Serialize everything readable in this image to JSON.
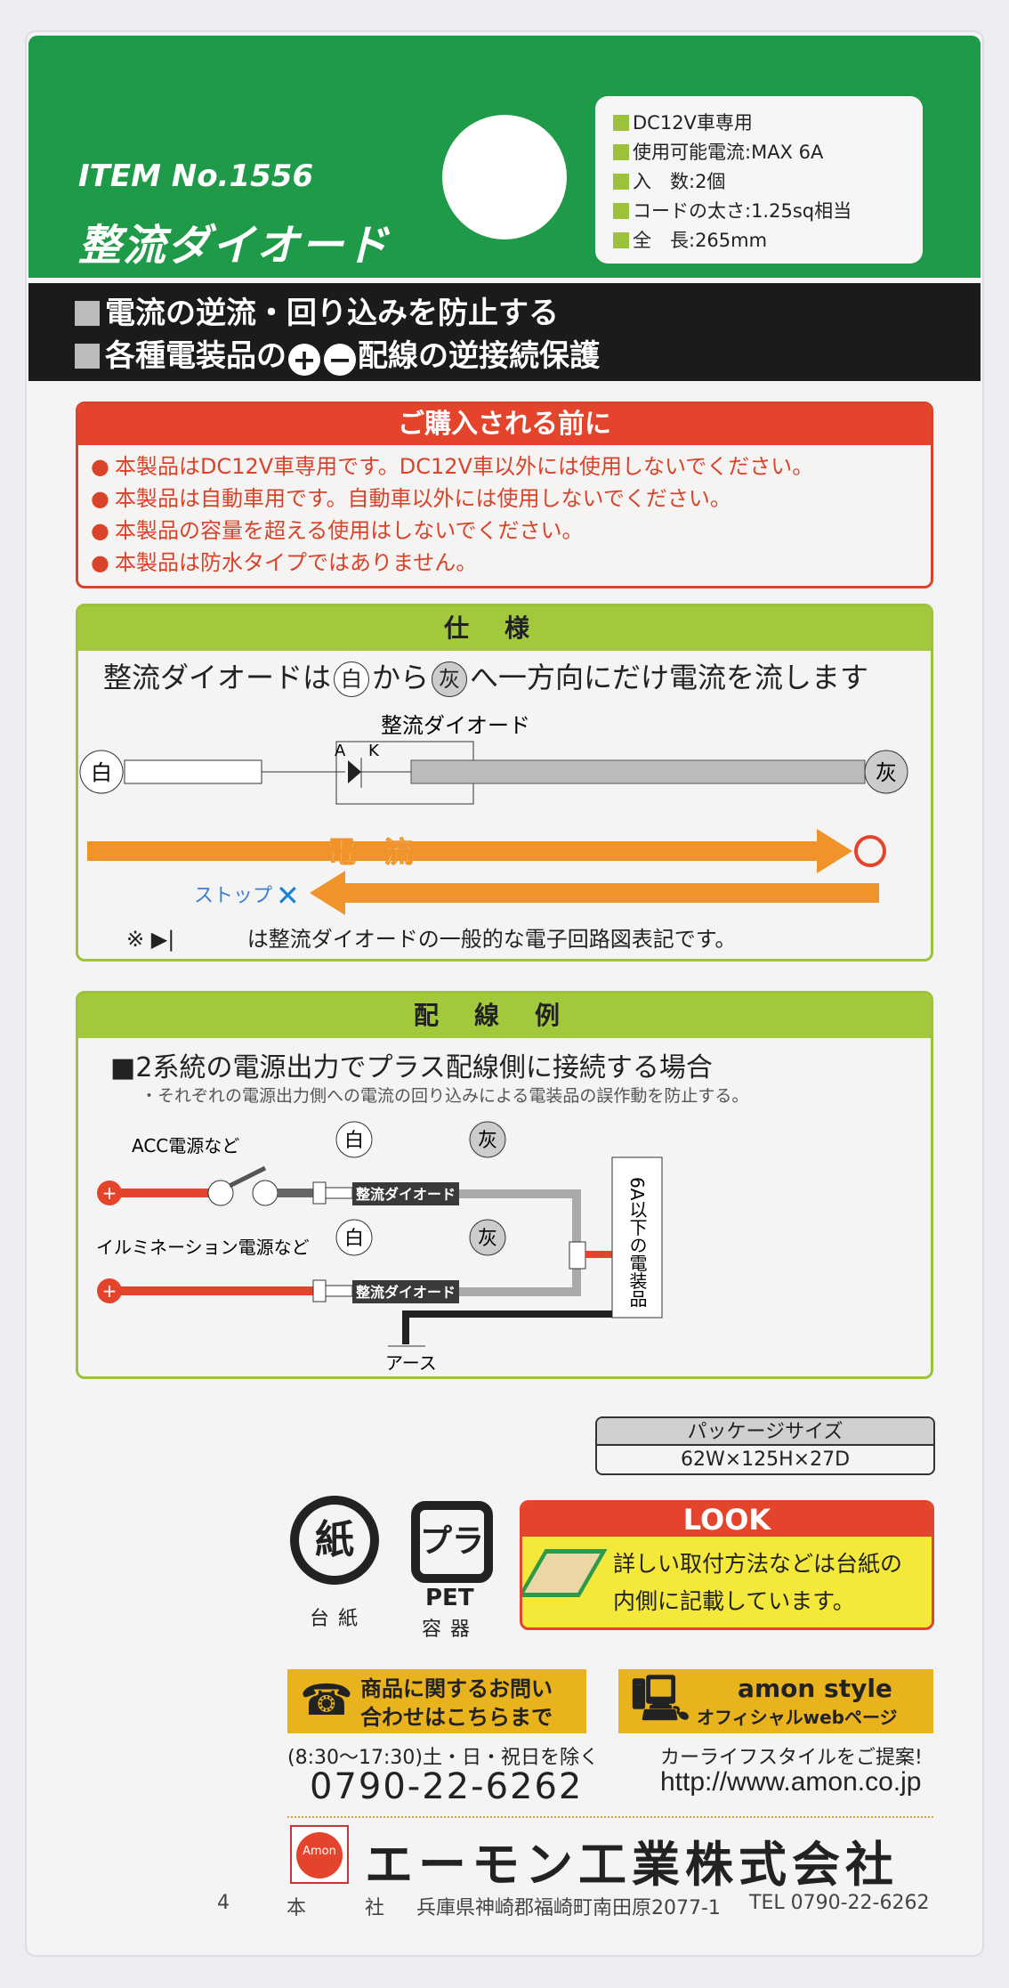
{
  "header": {
    "item_no": "ITEM No.1556",
    "title": "整流ダイオード"
  },
  "specs": [
    "DC12V車専用",
    "使用可能電流:MAX 6A",
    "入　数:2個",
    "コードの太さ:1.25sq相当",
    "全　長:265mm"
  ],
  "features": {
    "line1": "電流の逆流・回り込みを防止する",
    "line2_pre": "各種電装品の",
    "plus": "+",
    "minus": "−",
    "line2_post": "配線の逆接続保護"
  },
  "caution": {
    "title": "ご購入される前に",
    "items": [
      "本製品はDC12V車専用です。DC12V車以外には使用しないでください。",
      "本製品は自動車用です。自動車以外には使用しないでください。",
      "本製品の容量を超える使用はしないでください。",
      "本製品は防水タイプではありません。"
    ]
  },
  "spec_section": {
    "title": "仕様",
    "desc_pre": "整流ダイオードは",
    "white": "白",
    "desc_mid": "から",
    "gray": "灰",
    "desc_post": "へ一方向にだけ電流を流します",
    "diode_label": "整流ダイオード",
    "anode": "A",
    "cathode": "K",
    "current": "電　流",
    "stop": "ストップ",
    "note_mark": "※",
    "note": "は整流ダイオードの一般的な電子回路図表記です。"
  },
  "wiring": {
    "title": "配線例",
    "heading": "2系統の電源出力でプラス配線側に接続する場合",
    "sub": "・それぞれの電源出力側への電流の回り込みによる電装品の誤作動を防止する。",
    "acc": "ACC電源など",
    "illum": "イルミネーション電源など",
    "diode": "整流ダイオード",
    "white": "白",
    "gray": "灰",
    "load": "6A以下の電装品",
    "ground": "アース"
  },
  "package": {
    "label": "パッケージサイズ",
    "value": "62W×125H×27D"
  },
  "recycle": {
    "paper": "紙",
    "paper_label": "台紙",
    "pla": "プラ",
    "pet": "PET",
    "pet_label": "容器"
  },
  "look": {
    "title": "LOOK",
    "text1": "詳しい取付方法などは台紙の",
    "text2": "内側に記載しています。"
  },
  "contact": {
    "inquiry1": "商品に関するお問い",
    "inquiry2": "合わせはこちらまで",
    "hours": "(8:30〜17:30)土・日・祝日を除く",
    "phone": "0790-22-6262",
    "brand": "amon style",
    "web_label": "オフィシャルwebページ",
    "tagline": "カーライフスタイルをご提案!",
    "url": "http://www.amon.co.jp"
  },
  "company": {
    "logo": "Amon",
    "name": "エーモン工業株式会社",
    "hq": "本　　　社",
    "address": "兵庫県神崎郡福崎町南田原2077-1",
    "tel": "TEL 0790-22-6262",
    "page": "4"
  },
  "colors": {
    "green": "#1f9a48",
    "lime": "#a2c83c",
    "red": "#e4442b",
    "orange": "#f0932b",
    "yellow": "#e9b31e"
  }
}
